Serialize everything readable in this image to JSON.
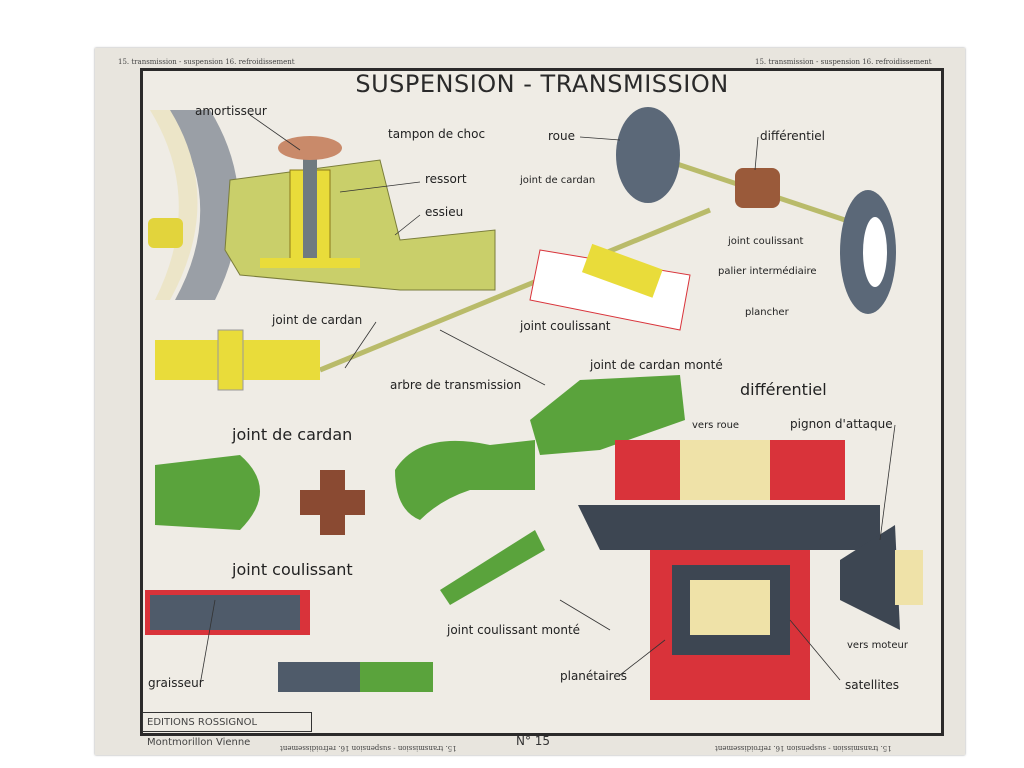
{
  "title": "SUSPENSION - TRANSMISSION",
  "border_text": "15. transmission - suspension 16. refroidissement",
  "labels": {
    "amortisseur": "amortisseur",
    "tampon": "tampon de choc",
    "ressort": "ressort",
    "essieu": "essieu",
    "roue": "roue",
    "differentiel_top": "différentiel",
    "joint_cardan_small": "joint de cardan",
    "joint_coulissant_small": "joint coulissant",
    "palier": "palier intermédiaire",
    "plancher": "plancher",
    "joint_cardan_mid": "joint de cardan",
    "joint_coulissant_mid": "joint coulissant",
    "arbre": "arbre de transmission",
    "cardan_monte": "joint de cardan monté",
    "differentiel_big": "différentiel",
    "vers_roue": "vers roue",
    "pignon": "pignon d'attaque",
    "joint_cardan_big": "joint de cardan",
    "joint_coulissant_big": "joint coulissant",
    "coulissant_monte": "joint coulissant monté",
    "vers_moteur": "vers moteur",
    "graisseur": "graisseur",
    "planetaires": "planétaires",
    "satellites": "satellites"
  },
  "publisher": "EDITIONS ROSSIGNOL  Montmorillon  Vienne",
  "number": "N° 15",
  "colors": {
    "paper": "#efece5",
    "green": "#5aa33c",
    "yellow": "#e9dc3a",
    "olive": "#c9cf6a",
    "red": "#d9333a",
    "slate": "#4a5563",
    "brown": "#8a4a32"
  }
}
